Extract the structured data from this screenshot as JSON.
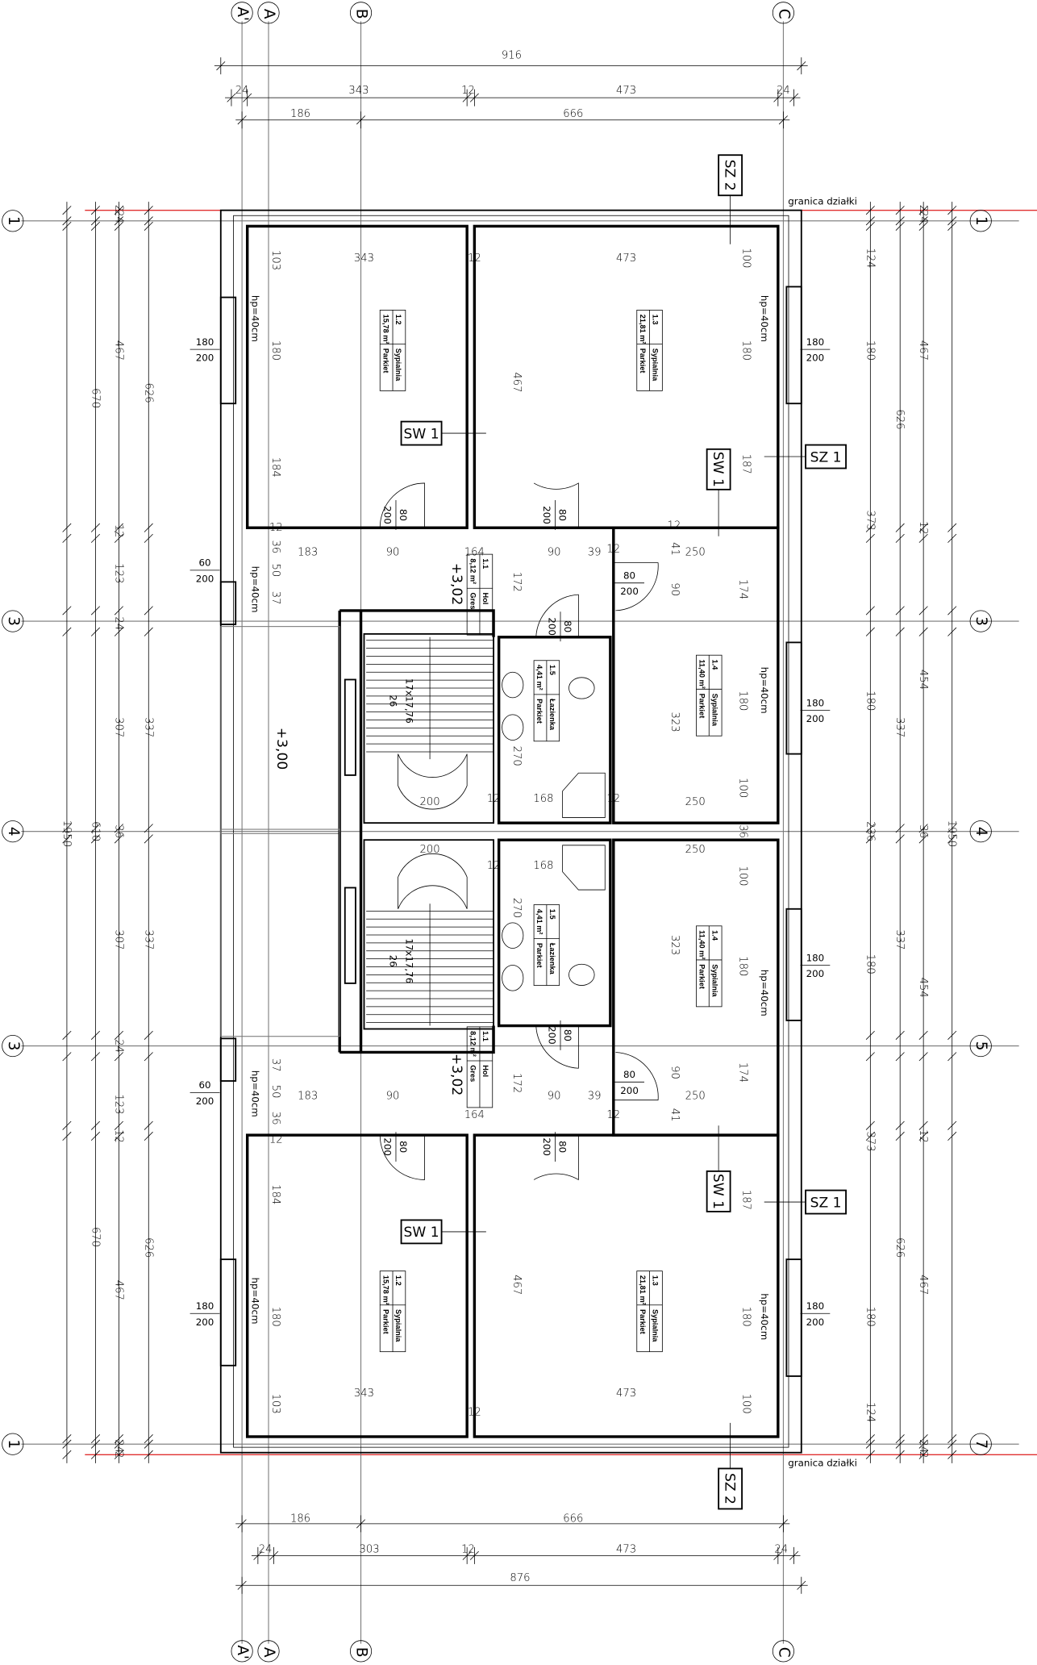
{
  "colors": {
    "boundary": "#e03030",
    "ink": "#000000"
  },
  "axes": {
    "top": [
      "A'",
      "A",
      "B",
      "C"
    ],
    "bottom": [
      "A'",
      "A",
      "B",
      "C"
    ],
    "left": [
      "1",
      "3",
      "4",
      "3",
      "1"
    ],
    "right": [
      "1",
      "3",
      "4",
      "5",
      "7"
    ]
  },
  "dims": {
    "top": {
      "total": "916",
      "row": [
        "24",
        "343",
        "12",
        "473",
        "24"
      ],
      "axes": [
        "186",
        "666"
      ]
    },
    "bottom": {
      "total": "876",
      "row": [
        "24",
        "303",
        "12",
        "473",
        "24"
      ],
      "axes": [
        "186",
        "666"
      ]
    },
    "left": {
      "outer": "1950",
      "mid": [
        "670",
        "610",
        "670"
      ],
      "inner": [
        "2",
        "24",
        "467",
        "12",
        "123",
        "24",
        "307",
        "36",
        "307",
        "24",
        "123",
        "12",
        "467",
        "24",
        "2"
      ],
      "wall": [
        "626",
        "337",
        "337",
        "626"
      ]
    },
    "right": {
      "outer": "1950",
      "mid": [
        "124",
        "180",
        "373",
        "180",
        "236",
        "180",
        "373",
        "180",
        "124"
      ],
      "wall": [
        "626",
        "337",
        "337",
        "626"
      ],
      "inner": [
        "2",
        "24",
        "467",
        "12",
        "454",
        "36",
        "454",
        "12",
        "467",
        "24",
        "2"
      ]
    },
    "interior": [
      "343",
      "12",
      "473",
      "103",
      "180",
      "184",
      "467",
      "100",
      "180",
      "187",
      "12",
      "12",
      "183",
      "90",
      "164",
      "90",
      "39",
      "250",
      "36",
      "50",
      "37",
      "172",
      "90",
      "174",
      "323",
      "180",
      "100",
      "200",
      "12",
      "168",
      "12",
      "250",
      "270",
      "41",
      "12",
      "200",
      "12",
      "168",
      "250",
      "36",
      "100",
      "270",
      "323",
      "180",
      "174",
      "90",
      "183",
      "90",
      "164",
      "90",
      "39",
      "250",
      "37",
      "50",
      "36",
      "172",
      "12",
      "41",
      "184",
      "180",
      "103",
      "467",
      "187",
      "180",
      "100",
      "343",
      "12",
      "473",
      "12"
    ]
  },
  "rooms": [
    {
      "num": "1.2",
      "name": "Sypialnia",
      "area": "15,78 m²",
      "floor": "Parkiet"
    },
    {
      "num": "1.3",
      "name": "Sypialnia",
      "area": "21,81 m²",
      "floor": "Parkiet"
    },
    {
      "num": "1.1",
      "name": "Hol",
      "area": "8,12 m²",
      "floor": "Gres"
    },
    {
      "num": "1.5",
      "name": "Łazienka",
      "area": "4,41 m²",
      "floor": "Parkiet"
    },
    {
      "num": "1.4",
      "name": "Sypialnia",
      "area": "11,40 m²",
      "floor": "Parkiet"
    },
    {
      "num": "1.4",
      "name": "Sypialnia",
      "area": "11,40 m²",
      "floor": "Parkiet"
    },
    {
      "num": "1.5",
      "name": "Łazienka",
      "area": "4,41 m²",
      "floor": "Parkiet"
    },
    {
      "num": "1.1",
      "name": "Hol",
      "area": "8,12 m²",
      "floor": "Gres"
    },
    {
      "num": "1.2",
      "name": "Sypialnia",
      "area": "15,78 m²",
      "floor": "Parkiet"
    },
    {
      "num": "1.3",
      "name": "Sypialnia",
      "area": "21,81 m²",
      "floor": "Parkiet"
    }
  ],
  "annotations": {
    "sill": "hp=40cm",
    "window": {
      "w": "180",
      "h": "200"
    },
    "window_small": {
      "w": "60",
      "h": "200"
    },
    "door": {
      "w": "80",
      "h": "200"
    },
    "sw": "SW 1",
    "sz1": "SZ 1",
    "sz2": "SZ 2",
    "boundary": "granica działki",
    "level_hall": "+3,02",
    "level_balcony": "+3,00",
    "stairs": "17x17,76",
    "stairs_tread": "26"
  }
}
